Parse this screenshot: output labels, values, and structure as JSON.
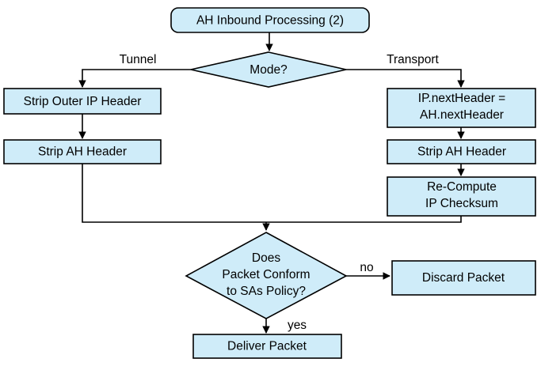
{
  "diagram": {
    "title": "AH Inbound Processing (2)",
    "theme": {
      "node_fill": "#cfecf9",
      "node_stroke": "#000000",
      "background": "#ffffff",
      "text_color": "#000000"
    },
    "nodes": {
      "start": {
        "label": "AH Inbound Processing (2)",
        "shape": "rounded-rectangle"
      },
      "mode_decision": {
        "label": "Mode?",
        "shape": "diamond"
      },
      "strip_outer_ip_header": {
        "label": "Strip Outer IP Header",
        "shape": "rectangle"
      },
      "strip_ah_header_tunnel": {
        "label": "Strip AH Header",
        "shape": "rectangle"
      },
      "ip_next_header": {
        "line1": "IP.nextHeader =",
        "line2": "AH.nextHeader",
        "shape": "rectangle"
      },
      "strip_ah_header_transport": {
        "label": "Strip AH Header",
        "shape": "rectangle"
      },
      "recompute_checksum": {
        "line1": "Re-Compute",
        "line2": "IP Checksum",
        "shape": "rectangle"
      },
      "policy_decision": {
        "line1": "Does",
        "line2": "Packet Conform",
        "line3": "to SAs Policy?",
        "shape": "diamond"
      },
      "discard_packet": {
        "label": "Discard Packet",
        "shape": "rectangle"
      },
      "deliver_packet": {
        "label": "Deliver Packet",
        "shape": "rectangle"
      }
    },
    "edge_labels": {
      "tunnel": "Tunnel",
      "transport": "Transport",
      "no": "no",
      "yes": "yes"
    }
  }
}
